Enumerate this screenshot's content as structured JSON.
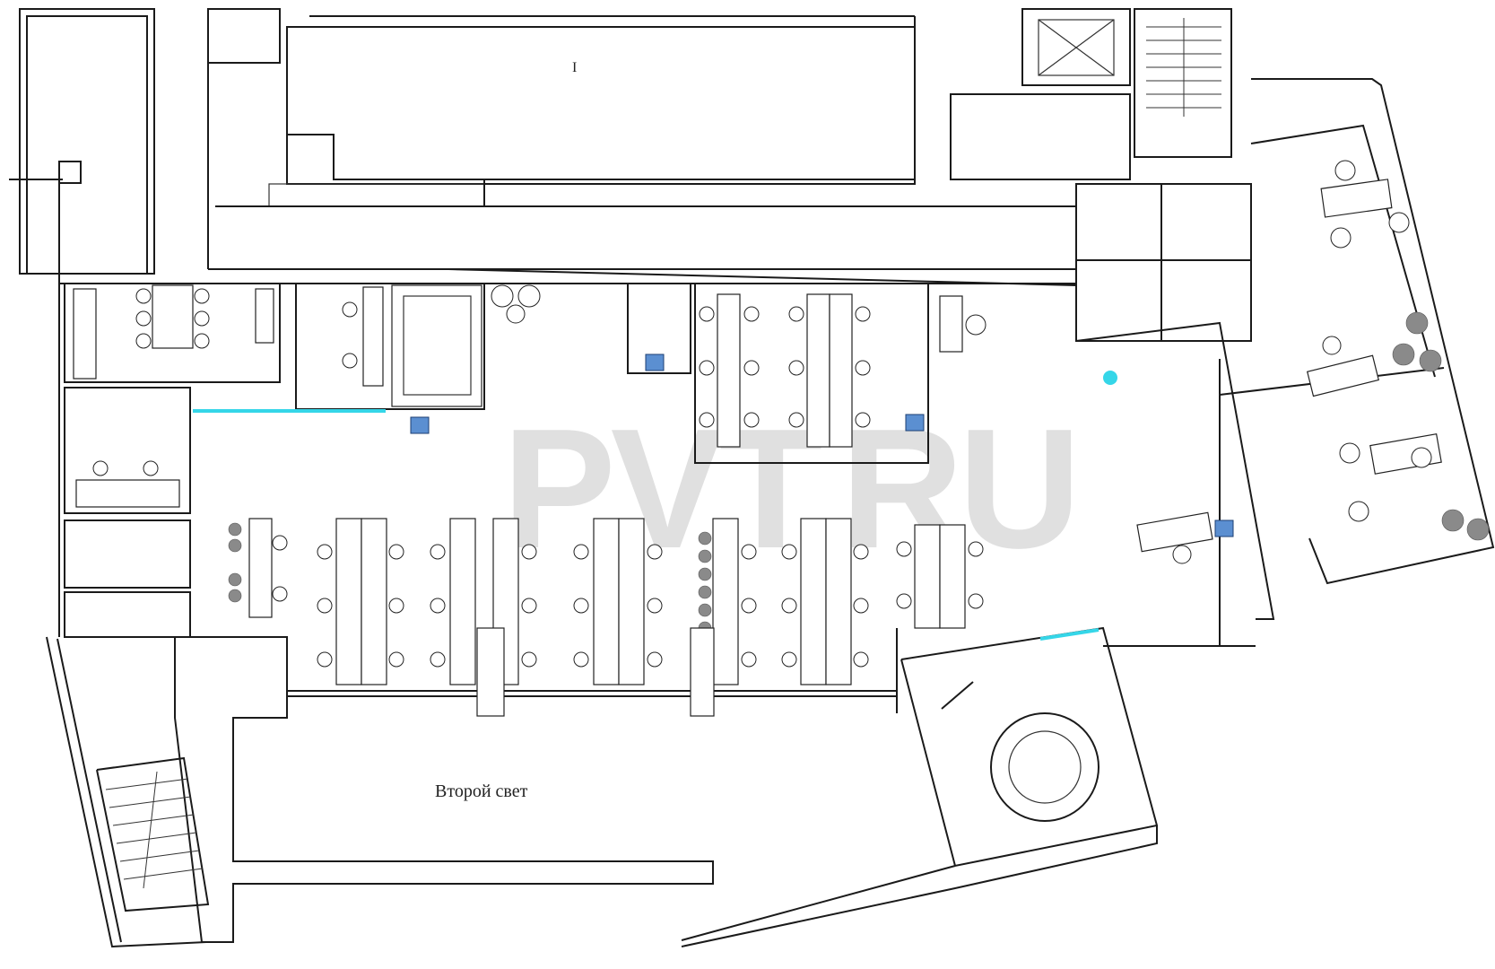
{
  "labels": {
    "second_light": "Второй свет",
    "roman_numeral": "I"
  },
  "watermark": "PVT.RU",
  "colors": {
    "wall": "#1a1a1a",
    "glass_partition": "#35d6e8",
    "equipment": "#5b8fd1",
    "plant": "#8a8a8a",
    "watermark": "#c8c8c8"
  }
}
